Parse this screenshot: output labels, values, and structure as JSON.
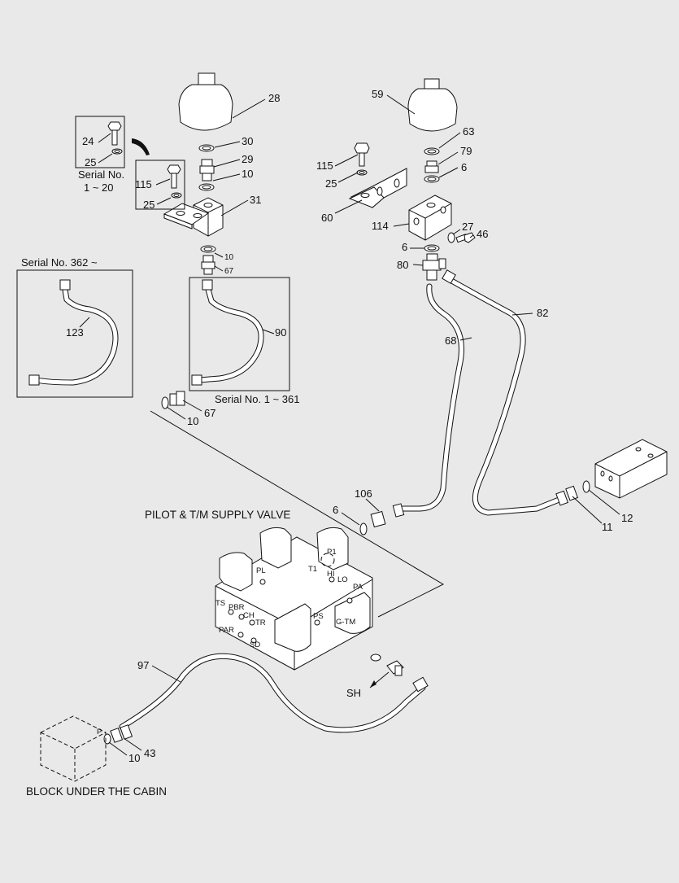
{
  "diagram": {
    "captions": {
      "pilot_valve": "PILOT & T/M SUPPLY VALVE",
      "cabin_block": "BLOCK UNDER THE CABIN",
      "serial_1_20_a": "Serial No.",
      "serial_1_20_b": "1 ~ 20",
      "serial_362": "Serial No. 362 ~",
      "serial_1_361": "Serial No. 1 ~ 361",
      "sh": "SH"
    },
    "ports": [
      "PL",
      "P1",
      "T1",
      "HI",
      "LO",
      "PA",
      "TS",
      "PBR",
      "CH",
      "TR",
      "PAR",
      "SD",
      "PS",
      "G-TM",
      "P"
    ],
    "callouts": [
      "28",
      "30",
      "29",
      "10",
      "31",
      "10",
      "67",
      "24",
      "25",
      "115",
      "25",
      "90",
      "123",
      "67",
      "10",
      "59",
      "63",
      "79",
      "6",
      "115",
      "25",
      "60",
      "114",
      "27",
      "46",
      "6",
      "80",
      "82",
      "68",
      "106",
      "6",
      "12",
      "11",
      "97",
      "43",
      "10"
    ]
  }
}
